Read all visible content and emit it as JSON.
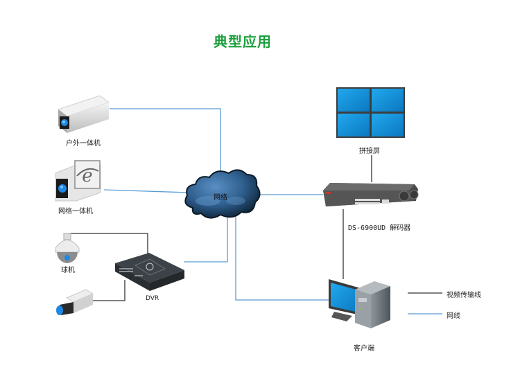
{
  "title": "典型应用",
  "nodes": {
    "outdoor_camera": "户外一体机",
    "network_camera": "网络一体机",
    "dome_camera": "球机",
    "dvr": "DVR",
    "cloud": "网络",
    "video_wall": "拼接屏",
    "decoder": "DS-6900UD 解码器",
    "client": "客户端"
  },
  "legend": [
    {
      "label": "视频传输线",
      "color": "#333333"
    },
    {
      "label": "网线",
      "color": "#5b9bd5"
    }
  ],
  "colors": {
    "title": "#1a9f3a",
    "network_line": "#5b9bd5",
    "video_line": "#333333",
    "screen_blue": "#1aa0e6"
  }
}
